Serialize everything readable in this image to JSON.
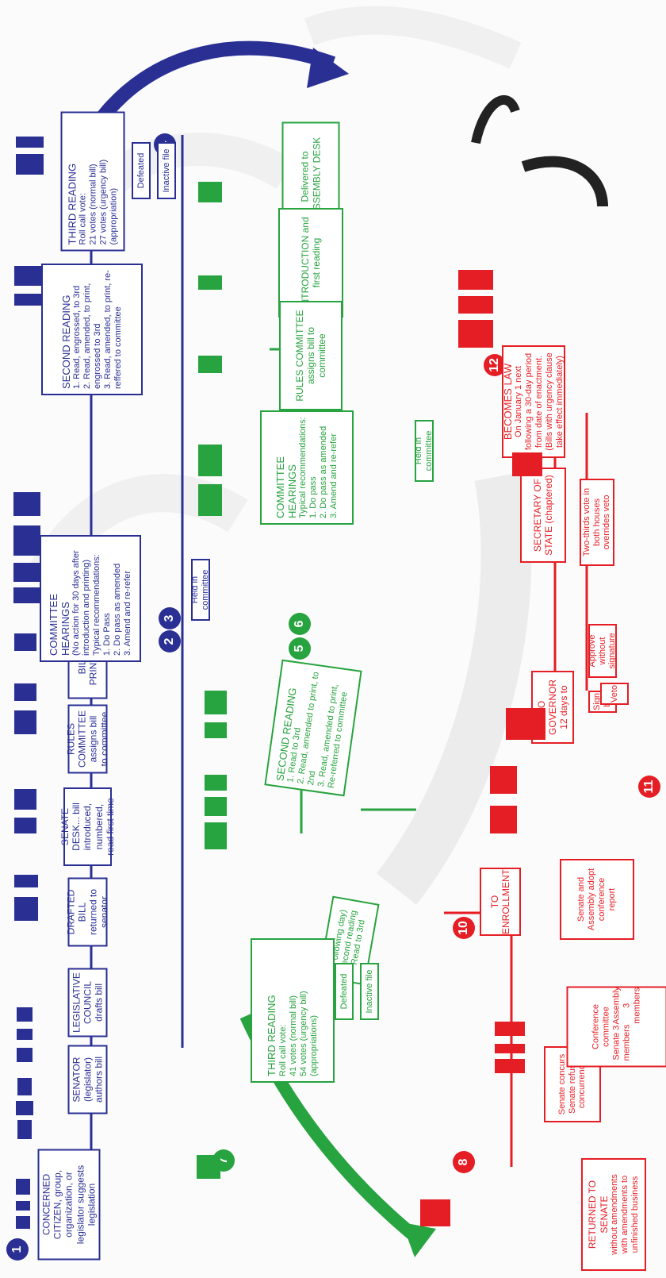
{
  "step_numbers": [
    "1",
    "2",
    "3",
    "4",
    "5",
    "6",
    "7",
    "8",
    "10",
    "11",
    "12"
  ],
  "boxes": {
    "citizen": "CONCERNED CITIZEN, group, organization, or legislator suggests legislation",
    "senator": "SENATOR (legislator) authors bill",
    "legislative_council": "LEGISLATIVE COUNCIL drafts bill",
    "drafted_bill": "DRAFTED BILL returned to senator",
    "senate_desk": "SENATE DESK... bill introduced, numbered, read first time",
    "rules_committee_senate": "RULES COMMITTEE assigns bill to committee",
    "bill_printed": "BILL PRINTED",
    "committee_hearings_senate": {
      "title": "COMMITTEE HEARINGS",
      "note": "(No action for 30 days after introduction and printing)",
      "sub": "Typical recommendations:",
      "items": [
        "1. Do Pass",
        "2. Do pass as amended",
        "3. Amend and re-refer"
      ]
    },
    "held_in_committee_senate": "Held in committee",
    "second_reading_senate": {
      "title": "SECOND READING",
      "items": [
        "1. Read, engrossed, to 3rd",
        "2. Read, amended, to print, engrossed to 3rd",
        "3. Read, amended, to print, re-reffered to committee"
      ]
    },
    "third_reading_senate": {
      "title": "THIRD READING",
      "lines": [
        "Roll call vote:",
        "21 votes (normal bill)",
        "27 votes (urgency bill)",
        "(appropriation)"
      ],
      "defeated": "Defeated",
      "inactive": "Inactive file"
    },
    "delivered_assembly": "Delivered to ASSEMBLY DESK",
    "introduction": "INTRODUCTION and first reading",
    "rules_committee_assembly": "RULES COMMITTEE assigns bill to committee",
    "committee_hearings_assembly": {
      "title": "COMMITTEE HEARINGS",
      "sub": "Typical recommendations:",
      "items": [
        "1. Do pass",
        "2. Do pass as amended",
        "3. Amend and re-refer"
      ]
    },
    "held_in_committee_assembly": "Held in committee",
    "second_reading_assembly": {
      "title": "SECOND READING",
      "items": [
        "1. Read to 3rd",
        "2. Read, amended to print, to 2nd",
        "3. Read, amended to print, Re-referred to committee"
      ]
    },
    "following_day": "(Following day) Second reading Read to 3rd",
    "third_reading_assembly": {
      "title": "THIRD READING",
      "lines": [
        "Roll call vote:",
        "41 votes (normal bill)",
        "54 votes (urgency bill)",
        "(appropriations)"
      ],
      "defeated": "Defeated",
      "inactive": "Inactive file"
    },
    "returned_senate": {
      "title": "RETURNED TO SENATE",
      "a": "without amendments",
      "b": "with amendments to unfinished business"
    },
    "senate_concurs": "Senate concurs",
    "senate_refuses": "Senate refuses concurrence",
    "conference_committee": {
      "title": "Conference committee",
      "senate": "Senate 3 members",
      "assembly": "Assembly 3 members"
    },
    "to_enrollment": "TO ENROLLMENT",
    "adopt_conference": "Senate and Assembly adopt conference report",
    "to_governor": "TO GOVERNOR 12 days to",
    "sign_bill": "Sign bill",
    "approve_without": "Approve without signature",
    "veto": "Veto",
    "secretary_state": "SECRETARY OF STATE (chaptered)",
    "two_thirds": "Two-thirds vote in both houses overrides veto",
    "becomes_law": {
      "title": "BECOMES LAW",
      "text": "On January 1 next following a 30-day period from date of enactment. (Bills with urgency clause take effect immediately)"
    }
  },
  "colors": {
    "blue": "#2a2f93",
    "green": "#27a33f",
    "red": "#e51e25",
    "background_gray": "#f0f0f0"
  }
}
